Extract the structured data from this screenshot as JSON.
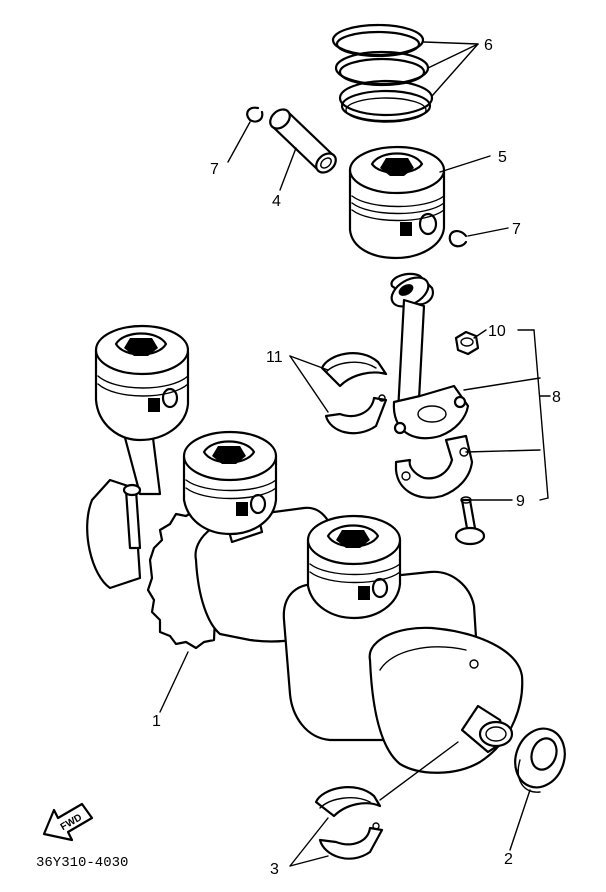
{
  "callouts": {
    "c1": "1",
    "c2": "2",
    "c3": "3",
    "c4": "4",
    "c5": "5",
    "c6": "6",
    "c7a": "7",
    "c7b": "7",
    "c8": "8",
    "c9": "9",
    "c10": "10",
    "c11": "11"
  },
  "fwd_label": "FWD",
  "diagram_code": "36Y310-4030"
}
